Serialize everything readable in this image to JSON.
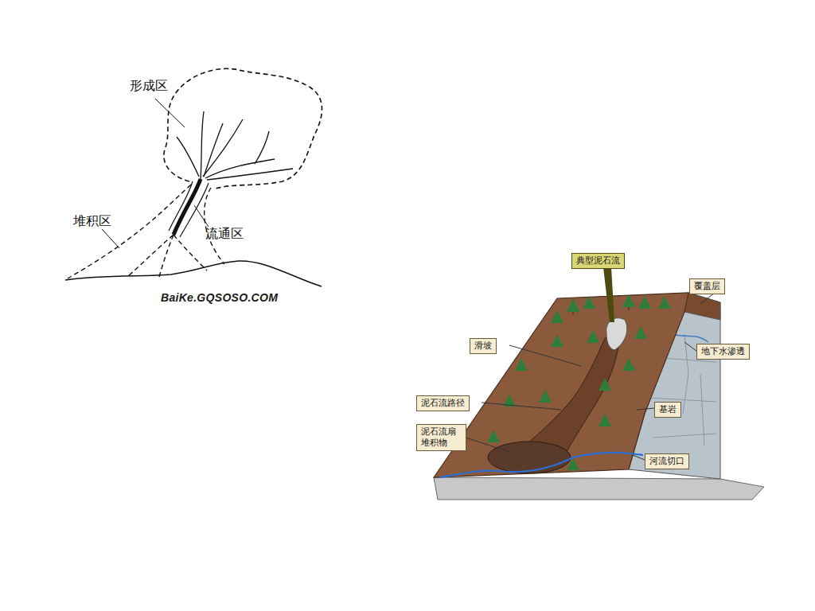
{
  "diagram": {
    "nodes": [
      {
        "text": [
          "典型泥石流"
        ]
      },
      {
        "text": [
          "覆盖层"
        ]
      },
      {
        "text": [
          "滑坡"
        ]
      },
      {
        "text": [
          "地下水渗透"
        ]
      },
      {
        "text": [
          "泥石流路径"
        ]
      },
      {
        "text": [
          "基岩"
        ]
      },
      {
        "text": [
          "泥石流扇 堆积物"
        ]
      },
      {
        "text": [
          "河流切口"
        ]
      }
    ],
    "labels": [
      "形成区",
      "堆积区",
      "流通区",
      "BaiKe.GQSOSO.COM"
    ]
  }
}
